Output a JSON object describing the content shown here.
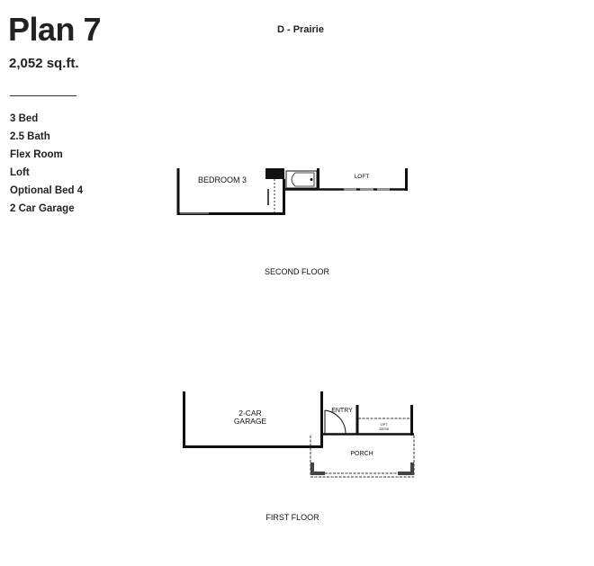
{
  "plan": {
    "title": "Plan 7",
    "square_feet": "2,052 sq.ft.",
    "elevation": "D - Prairie",
    "features": [
      "3 Bed",
      "2.5 Bath",
      "Flex Room",
      "Loft",
      "Optional Bed 4",
      "2 Car Garage"
    ]
  },
  "second_floor": {
    "label": "SECOND FLOOR",
    "rooms": {
      "bedroom3": "BEDROOM 3",
      "loft": "LOFT"
    }
  },
  "first_floor": {
    "label": "FIRST FLOOR",
    "rooms": {
      "garage_line1": "2-CAR",
      "garage_line2": "GARAGE",
      "entry": "ENTRY",
      "desk_line1": "OPT.",
      "desk_line2": "DESK",
      "porch": "PORCH"
    }
  }
}
